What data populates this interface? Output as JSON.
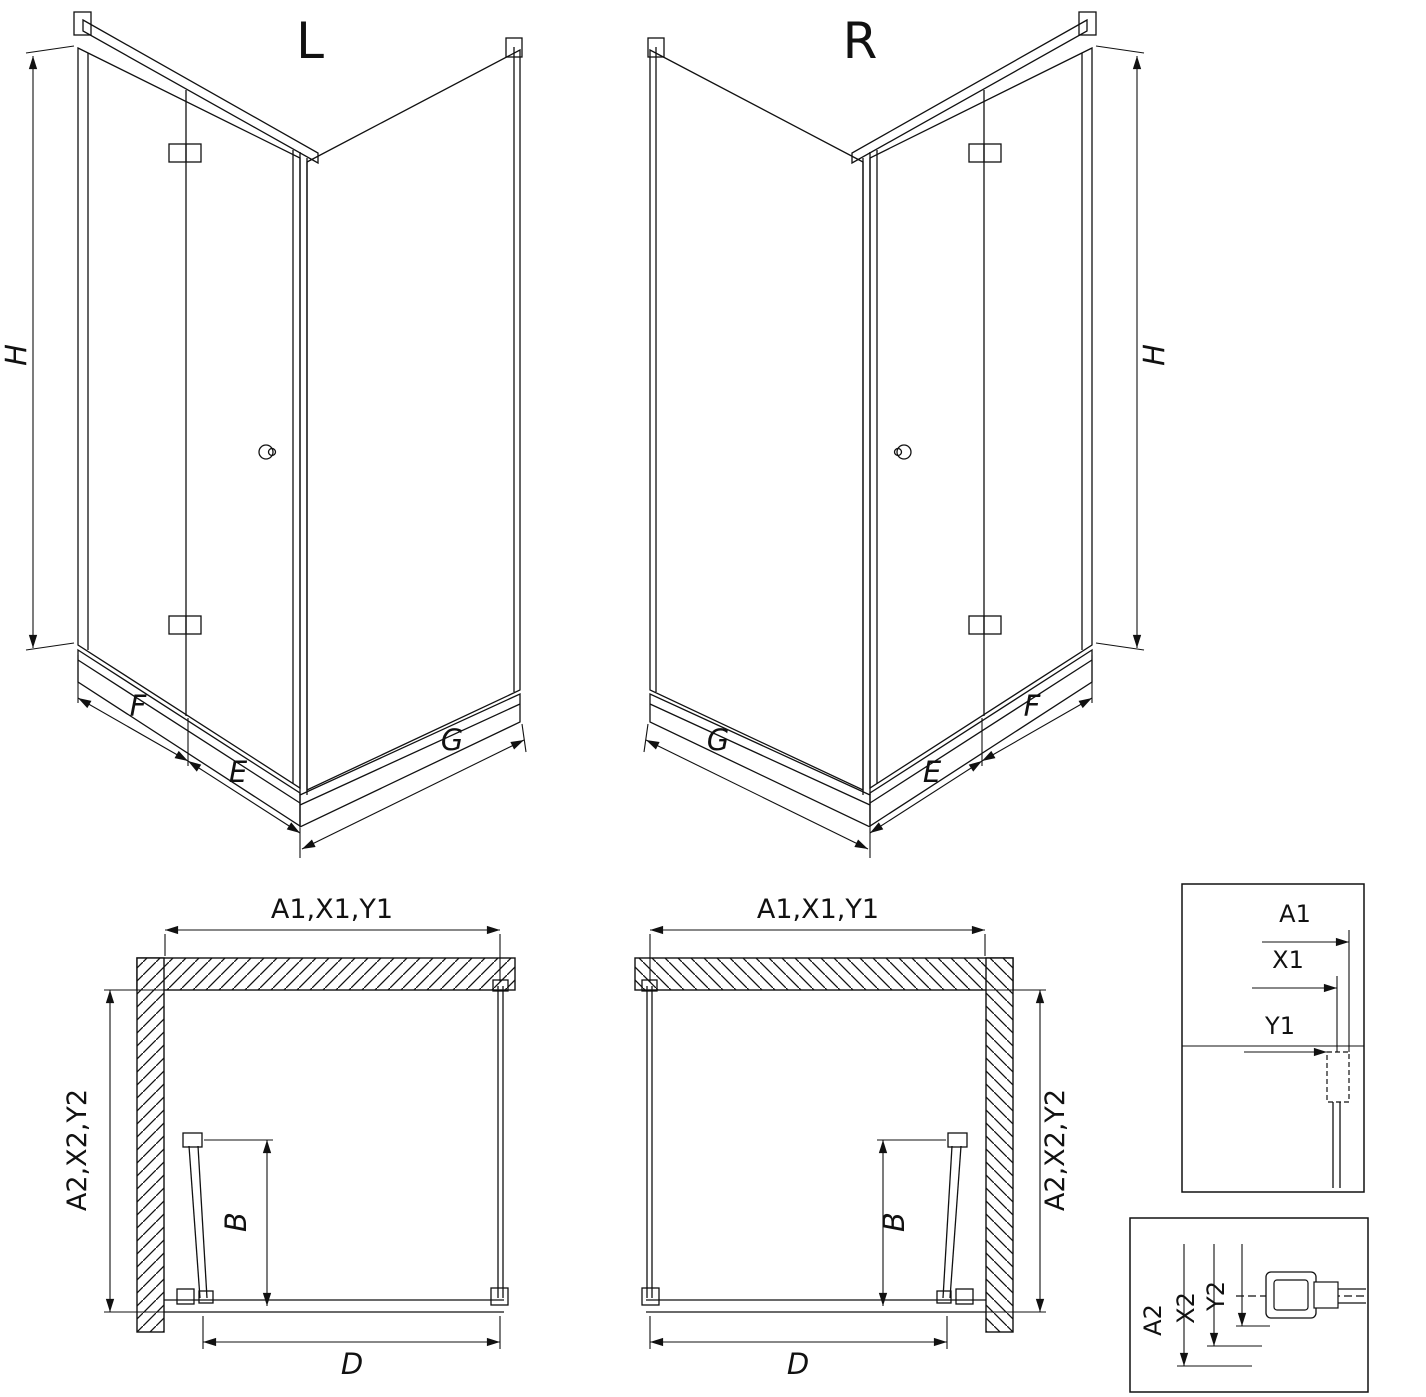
{
  "elevation_left": {
    "title": "L",
    "dim_h": "H",
    "dim_f": "F",
    "dim_e": "E",
    "dim_g": "G"
  },
  "elevation_right": {
    "title": "R",
    "dim_h": "H",
    "dim_f": "F",
    "dim_e": "E",
    "dim_g": "G"
  },
  "plan_left": {
    "dim_top": "A1,X1,Y1",
    "dim_side": "A2,X2,Y2",
    "dim_b": "B",
    "dim_d": "D"
  },
  "plan_right": {
    "dim_top": "A1,X1,Y1",
    "dim_side": "A2,X2,Y2",
    "dim_b": "B",
    "dim_d": "D"
  },
  "detail_top_profile": {
    "dim_a1": "A1",
    "dim_x1": "X1",
    "dim_y1": "Y1"
  },
  "detail_bottom_profile": {
    "dim_a2": "A2",
    "dim_x2": "X2",
    "dim_y2": "Y2"
  },
  "colors": {
    "line": "#111111",
    "background": "#ffffff"
  }
}
